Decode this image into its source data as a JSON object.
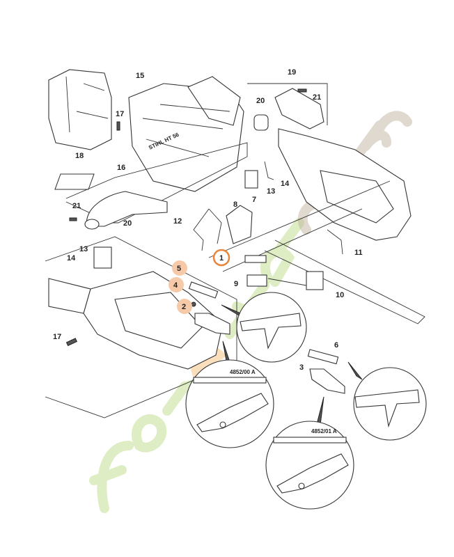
{
  "diagram": {
    "callouts": [
      "15",
      "19",
      "21",
      "20",
      "17",
      "18",
      "16",
      "21",
      "20",
      "13",
      "14",
      "8",
      "7",
      "12",
      "11",
      "1",
      "13",
      "14",
      "5",
      "4",
      "2",
      "9",
      "10",
      "17",
      "6",
      "3"
    ],
    "detail_codes": [
      "4852/00 A",
      "4852/01 A"
    ],
    "housing_brand": "STIHL HT 56",
    "highlight_color": "#e8853a",
    "highlight_fill": "#f6c9a8"
  },
  "watermark": {
    "text": "forestan.com",
    "colors": [
      "#b5d77a",
      "#f4b96a",
      "#b9ab95"
    ]
  }
}
